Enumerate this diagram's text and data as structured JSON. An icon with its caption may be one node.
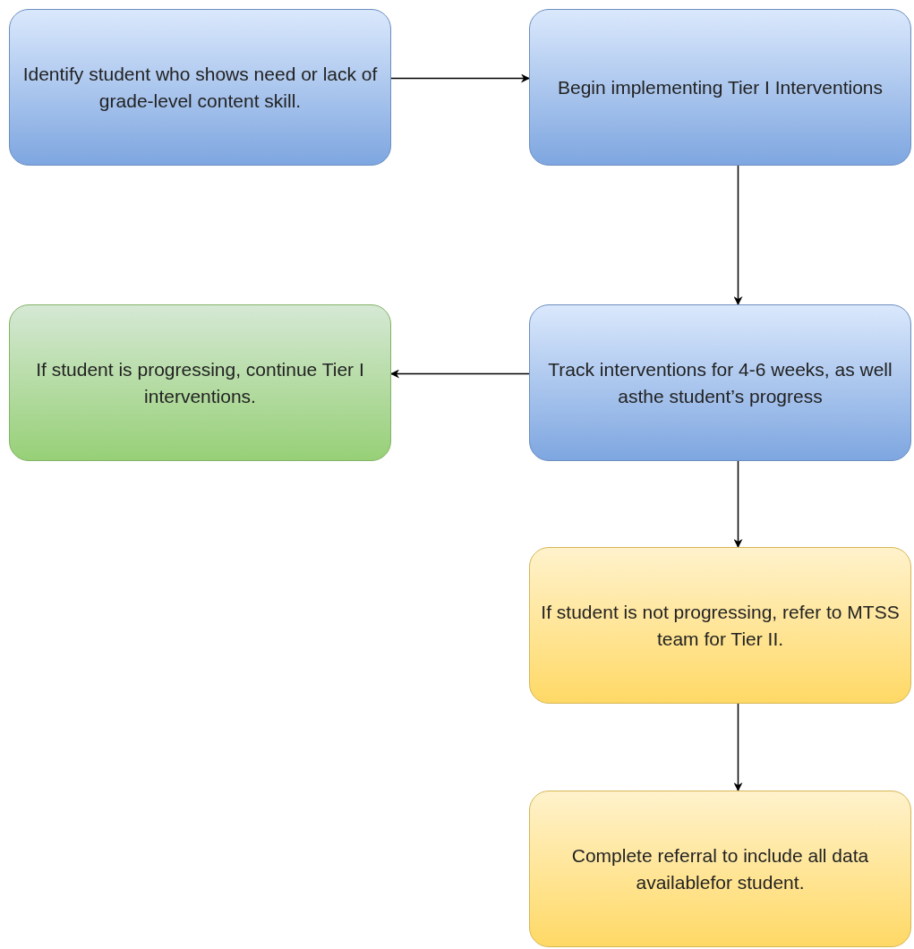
{
  "diagram": {
    "nodes": [
      {
        "text": [
          "Identify student who shows need or lack of grade-level content skill."
        ]
      },
      {
        "text": [
          "Begin implementing Tier I Interventions"
        ]
      },
      {
        "text": [
          "If student is progressing, continue Tier I interventions."
        ]
      },
      {
        "text": [
          "Track interventions for 4-6 weeks, as well asthe student’s progress"
        ]
      },
      {
        "text": [
          "If student is not progressing, refer to MTSS team for Tier II."
        ]
      },
      {
        "text": [
          "Complete referral to include all data availablefor student."
        ]
      }
    ],
    "edges": [
      {
        "from": 0,
        "to": 1,
        "arrow": "to"
      },
      {
        "from": 1,
        "to": 3,
        "arrow": "to"
      },
      {
        "from": 3,
        "to": 2,
        "arrow": "to"
      },
      {
        "from": 3,
        "to": 4,
        "arrow": "to"
      },
      {
        "from": 4,
        "to": 5,
        "arrow": "to"
      }
    ]
  }
}
